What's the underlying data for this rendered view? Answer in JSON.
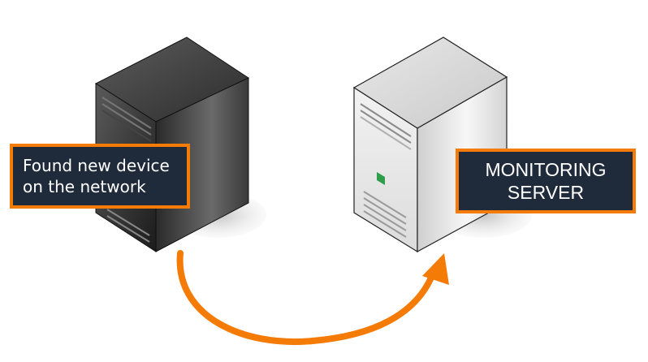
{
  "labels": {
    "left_line1": "Found new device",
    "left_line2": "on the network",
    "right_line1": "MONITORING",
    "right_line2": "SERVER"
  },
  "colors": {
    "accent": "#f47b06",
    "label_bg": "#1f2a3a",
    "label_text": "#ffffff",
    "indicator": "#2e9e4b"
  },
  "icons": [
    "dark-server-icon",
    "light-server-icon",
    "curved-arrow-icon"
  ]
}
